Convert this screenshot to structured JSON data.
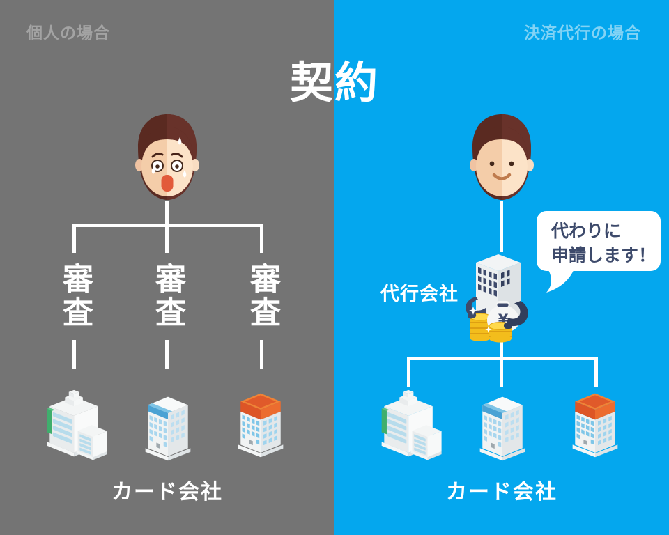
{
  "title": "契約",
  "left_panel": {
    "header": "個人の場合",
    "screenings": [
      "審査",
      "審査",
      "審査"
    ],
    "companies_label": "カード会社"
  },
  "right_panel": {
    "header": "決済代行の場合",
    "agency_label": "代行会社",
    "speech_bubble": {
      "line1": "代わりに",
      "line2": "申請します！"
    },
    "money_symbol": "¥",
    "companies_label": "カード会社"
  },
  "icons": {
    "left_person": "worried-face-icon",
    "right_person": "happy-face-icon",
    "companies": [
      "office-building-green-icon",
      "office-building-blue-icon",
      "office-building-orange-icon"
    ],
    "agency": "agency-building-money-icon"
  },
  "colors": {
    "left_bg": "#747474",
    "right_bg": "#04a7ee",
    "left_header_text": "#a3a3a3",
    "right_header_text": "#82d3f5",
    "diagram_lines": "#ffffff",
    "bubble_bg": "#ffffff",
    "bubble_text": "#3d4a6b",
    "coin_gold": "#f3bd1c",
    "roof_orange": "#e8632e",
    "roof_blue": "#4aa2d4",
    "building_green": "#3fae6d"
  }
}
